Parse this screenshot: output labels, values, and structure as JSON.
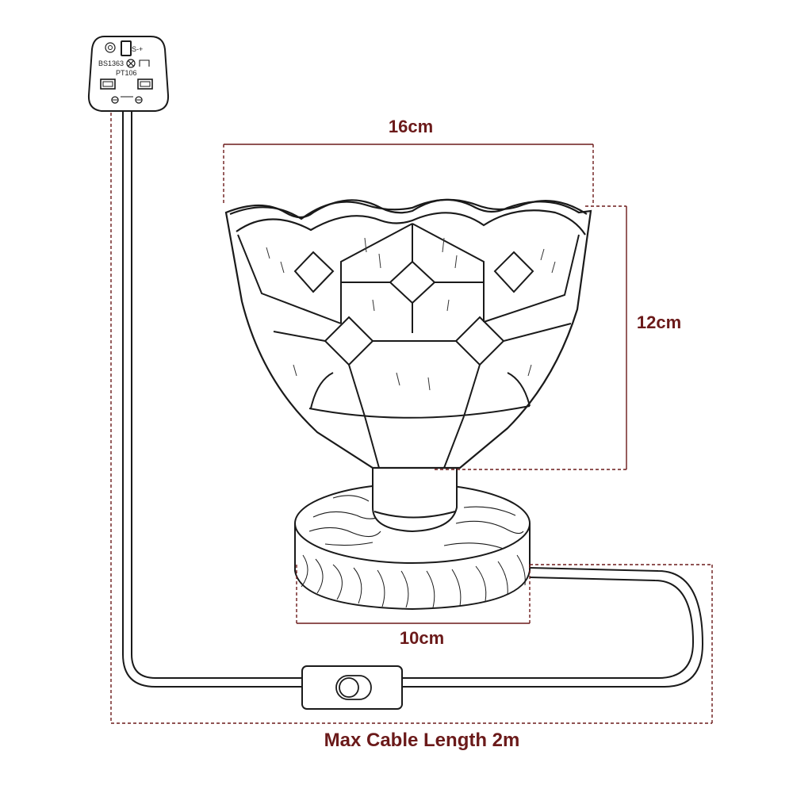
{
  "diagram": {
    "dimensions": {
      "shade_width": "16cm",
      "shade_height": "12cm",
      "base_width": "10cm",
      "cable_length": "Max Cable Length 2m"
    },
    "plug": {
      "standard_code": "BS1363",
      "fuse_code": "PT106",
      "marks": "S-+"
    },
    "colors": {
      "dimension": "#6b1a1a",
      "line": "#1a1a1a"
    },
    "icons": [
      "uk-plug-icon",
      "rocker-switch-icon",
      "lamp-shade-icon",
      "wood-base-icon"
    ]
  }
}
